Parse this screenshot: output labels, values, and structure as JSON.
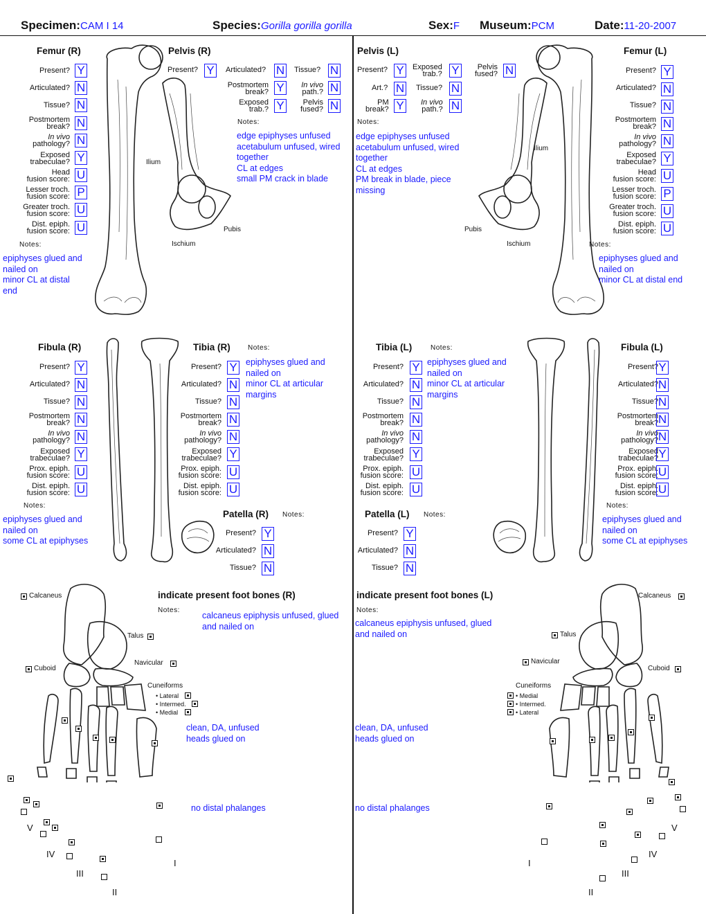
{
  "header": {
    "specimen_label": "Specimen:",
    "specimen": "CAM I 14",
    "species_label": "Species:",
    "species": "Gorilla gorilla gorilla",
    "sex_label": "Sex:",
    "sex": "F",
    "museum_label": "Museum:",
    "museum": "PCM",
    "date_label": "Date:",
    "date": "11-20-2007"
  },
  "common": {
    "notes": "Notes:",
    "present": "Present?",
    "articulated": "Articulated?",
    "tissue": "Tissue?",
    "pm1": "Postmortem",
    "pm2": "break?",
    "iv1": "In vivo",
    "iv2": "pathology?",
    "ex1": "Exposed",
    "ex2": "trabeculae?",
    "hf1": "Head",
    "hf2": "fusion score:",
    "lt1": "Lesser troch.",
    "lt2": "fusion score:",
    "gt1": "Greater troch.",
    "gt2": "fusion score:",
    "de1": "Dist. epiph.",
    "de2": "fusion score:",
    "pe1": "Prox. epiph.",
    "pe2": "fusion score:"
  },
  "femur_r": {
    "title": "Femur (R)",
    "values": [
      "Y",
      "N",
      "N",
      "N",
      "N",
      "Y",
      "U",
      "P",
      "U",
      "U"
    ],
    "notes": [
      "epiphyses glued and",
      "nailed on",
      "minor CL at distal",
      "end"
    ]
  },
  "femur_l": {
    "title": "Femur (L)",
    "values": [
      "Y",
      "N",
      "N",
      "N",
      "N",
      "Y",
      "U",
      "P",
      "U",
      "U"
    ],
    "notes": [
      "epiphyses glued and",
      "nailed on",
      "minor CL at distal end"
    ]
  },
  "pelvis_r": {
    "title": "Pelvis (R)",
    "present": "Y",
    "articulated_label": "Articulated?",
    "articulated": "N",
    "tissue_label": "Tissue?",
    "tissue": "N",
    "pm1": "Postmortem",
    "pm2": "break?",
    "pm": "Y",
    "iv1": "In vivo",
    "iv2": "path.?",
    "iv": "N",
    "ex1": "Exposed",
    "ex2": "trab.?",
    "ex": "Y",
    "pf1": "Pelvis",
    "pf2": "fused?",
    "pf": "N",
    "notes": [
      "edge epiphyses unfused",
      "acetabulum unfused, wired",
      "together",
      "CL at edges",
      "small PM crack in blade"
    ],
    "ilium": "Ilium",
    "pubis": "Pubis",
    "ischium": "Ischium"
  },
  "pelvis_l": {
    "title": "Pelvis (L)",
    "present": "Y",
    "ex1": "Exposed",
    "ex2": "trab.?",
    "ex": "Y",
    "pf1": "Pelvis",
    "pf2": "fused?",
    "pf": "N",
    "art_label": "Art.?",
    "art": "N",
    "tissue_label": "Tissue?",
    "tissue": "N",
    "pm1": "PM",
    "pm2": "break?",
    "pm": "Y",
    "iv1": "In vivo",
    "iv2": "path.?",
    "iv": "N",
    "notes": [
      "edge epiphyses unfused",
      "acetabulum unfused, wired",
      "together",
      "CL at edges",
      "PM break in blade, piece",
      "missing"
    ],
    "ilium": "Ilium",
    "pubis": "Pubis",
    "ischium": "Ischium"
  },
  "fibula_r": {
    "title": "Fibula (R)",
    "values": [
      "Y",
      "N",
      "N",
      "N",
      "N",
      "Y",
      "U",
      "U"
    ],
    "notes": [
      "epiphyses glued and",
      "nailed on",
      "some CL at epiphyses"
    ]
  },
  "fibula_l": {
    "title": "Fibula (L)",
    "values": [
      "Y",
      "N",
      "N",
      "N",
      "N",
      "Y",
      "U",
      "U"
    ],
    "notes": [
      "epiphyses glued and",
      "nailed on",
      "some CL at epiphyses"
    ]
  },
  "tibia_r": {
    "title": "Tibia (R)",
    "values": [
      "Y",
      "N",
      "N",
      "N",
      "N",
      "Y",
      "U",
      "U"
    ],
    "notes": [
      "epiphyses glued and",
      "nailed on",
      "minor CL at articular",
      "margins"
    ]
  },
  "tibia_l": {
    "title": "Tibia (L)",
    "values": [
      "Y",
      "N",
      "N",
      "N",
      "N",
      "Y",
      "U",
      "U"
    ],
    "notes": [
      "epiphyses glued and",
      "nailed on",
      "minor CL at articular",
      "margins"
    ]
  },
  "patella_r": {
    "title": "Patella (R)",
    "values": [
      "Y",
      "N",
      "N"
    ]
  },
  "patella_l": {
    "title": "Patella (L)",
    "values": [
      "Y",
      "N",
      "N"
    ]
  },
  "foot_r": {
    "title": "indicate present foot bones (R)",
    "notes": [
      "calcaneus epiphysis unfused, glued",
      "and nailed on"
    ],
    "note2": [
      "clean, DA, unfused",
      "heads glued on"
    ],
    "note3": "no distal phalanges",
    "calcaneus": "Calcaneus",
    "talus": "Talus",
    "navicular": "Navicular",
    "cuboid": "Cuboid",
    "cuneiforms": "Cuneiforms",
    "lateral": "• Lateral",
    "intermed": "• Intermed.",
    "medial": "• Medial",
    "rom": [
      "I",
      "II",
      "III",
      "IV",
      "V"
    ]
  },
  "foot_l": {
    "title": "indicate present foot bones (L)",
    "notes": [
      "calcaneus epiphysis unfused, glued",
      "and nailed on"
    ],
    "note2": [
      "clean, DA, unfused",
      "heads glued on"
    ],
    "note3": "no distal phalanges",
    "calcaneus": "Calcaneus",
    "talus": "Talus",
    "navicular": "Navicular",
    "cuboid": "Cuboid",
    "cuneiforms": "Cuneiforms",
    "medial": "• Medial",
    "intermed": "• Intermed.",
    "lateral": "• Lateral",
    "rom": [
      "I",
      "II",
      "III",
      "IV",
      "V"
    ]
  }
}
